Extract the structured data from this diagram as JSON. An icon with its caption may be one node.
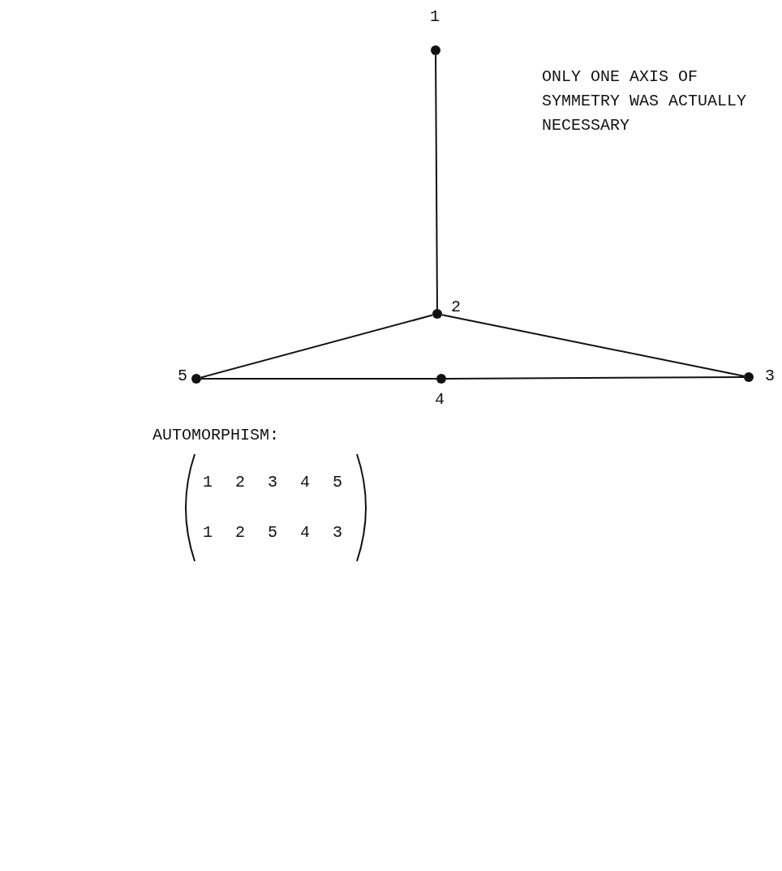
{
  "diagram": {
    "nodes": [
      {
        "text": [],
        "shape": "circle",
        "beside": [
          "1"
        ]
      },
      {
        "text": [],
        "shape": "circle",
        "beside": [
          "2"
        ]
      },
      {
        "text": [],
        "shape": "circle",
        "beside": [
          "3"
        ]
      },
      {
        "text": [],
        "shape": "circle",
        "beside": [
          "4"
        ]
      },
      {
        "text": [],
        "shape": "circle",
        "beside": [
          "5"
        ]
      }
    ],
    "edges": [
      {
        "from": 0,
        "to": 1,
        "arrow": "none"
      },
      {
        "from": 1,
        "to": 2,
        "arrow": "none"
      },
      {
        "from": 1,
        "to": 4,
        "arrow": "none"
      },
      {
        "from": 4,
        "to": 3,
        "arrow": "none"
      },
      {
        "from": 3,
        "to": 2,
        "arrow": "none"
      }
    ],
    "labels": [
      "ONLY ONE AXIS OF SYMMETRY WAS ACTUALLY NECESSARY",
      "AUTOMORPHISM:",
      "1",
      "2",
      "3",
      "4",
      "5",
      "1",
      "2",
      "5",
      "4",
      "3"
    ]
  }
}
